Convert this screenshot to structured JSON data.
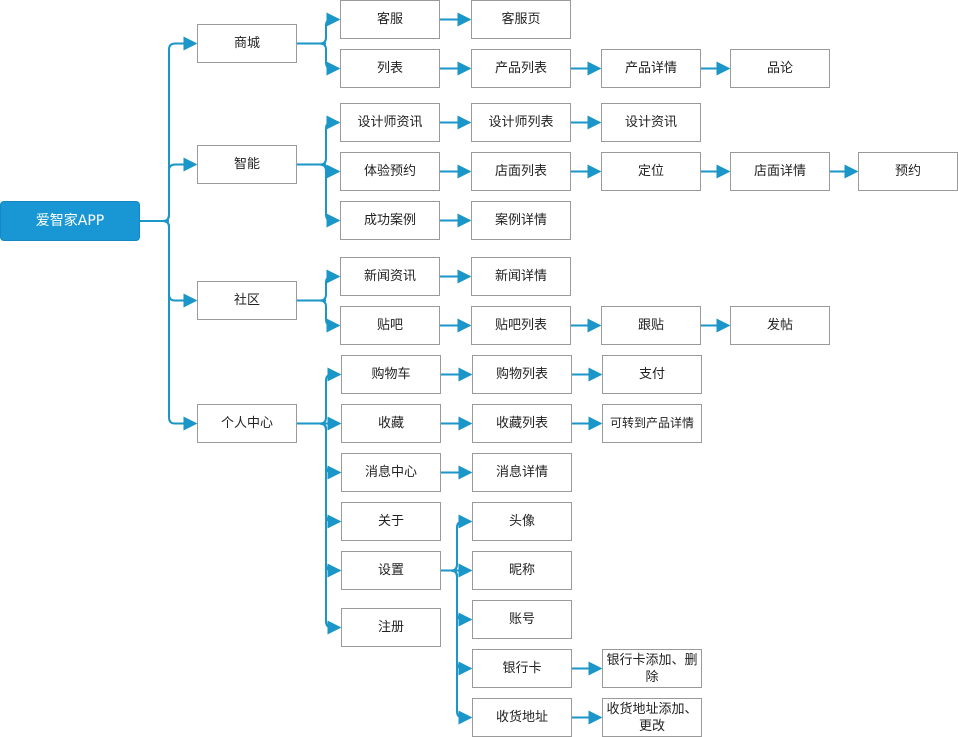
{
  "colors": {
    "accent": "#1997d4",
    "line": "#1a96c8",
    "border": "#9a9a9a"
  },
  "nodes": {
    "root": "爱智家APP",
    "mall": "商城",
    "kefu": "客服",
    "kefupage": "客服页",
    "liebiao": "列表",
    "chanpinlist": "产品列表",
    "chanpindetail": "产品详情",
    "pinlun": "品论",
    "smart": "智能",
    "designer_news": "设计师资讯",
    "designer_list": "设计师列表",
    "design_news": "设计资讯",
    "experience": "体验预约",
    "store_list": "店面列表",
    "location": "定位",
    "store_detail": "店面详情",
    "reserve": "预约",
    "success_case": "成功案例",
    "case_detail": "案例详情",
    "community": "社区",
    "news": "新闻资讯",
    "news_detail": "新闻详情",
    "tieba": "贴吧",
    "tieba_list": "贴吧列表",
    "gentie": "跟贴",
    "fatie": "发帖",
    "personal": "个人中心",
    "cart": "购物车",
    "cart_list": "购物列表",
    "pay": "支付",
    "favorite": "收藏",
    "favorite_list": "收藏列表",
    "to_product": "可转到产品详情",
    "message": "消息中心",
    "message_detail": "消息详情",
    "about": "关于",
    "settings": "设置",
    "avatar": "头像",
    "nickname": "昵称",
    "account": "账号",
    "bankcard": "银行卡",
    "bankcard_op": "银行卡添加、删除",
    "address": "收货地址",
    "address_op": "收货地址添加、更改",
    "register": "注册"
  }
}
